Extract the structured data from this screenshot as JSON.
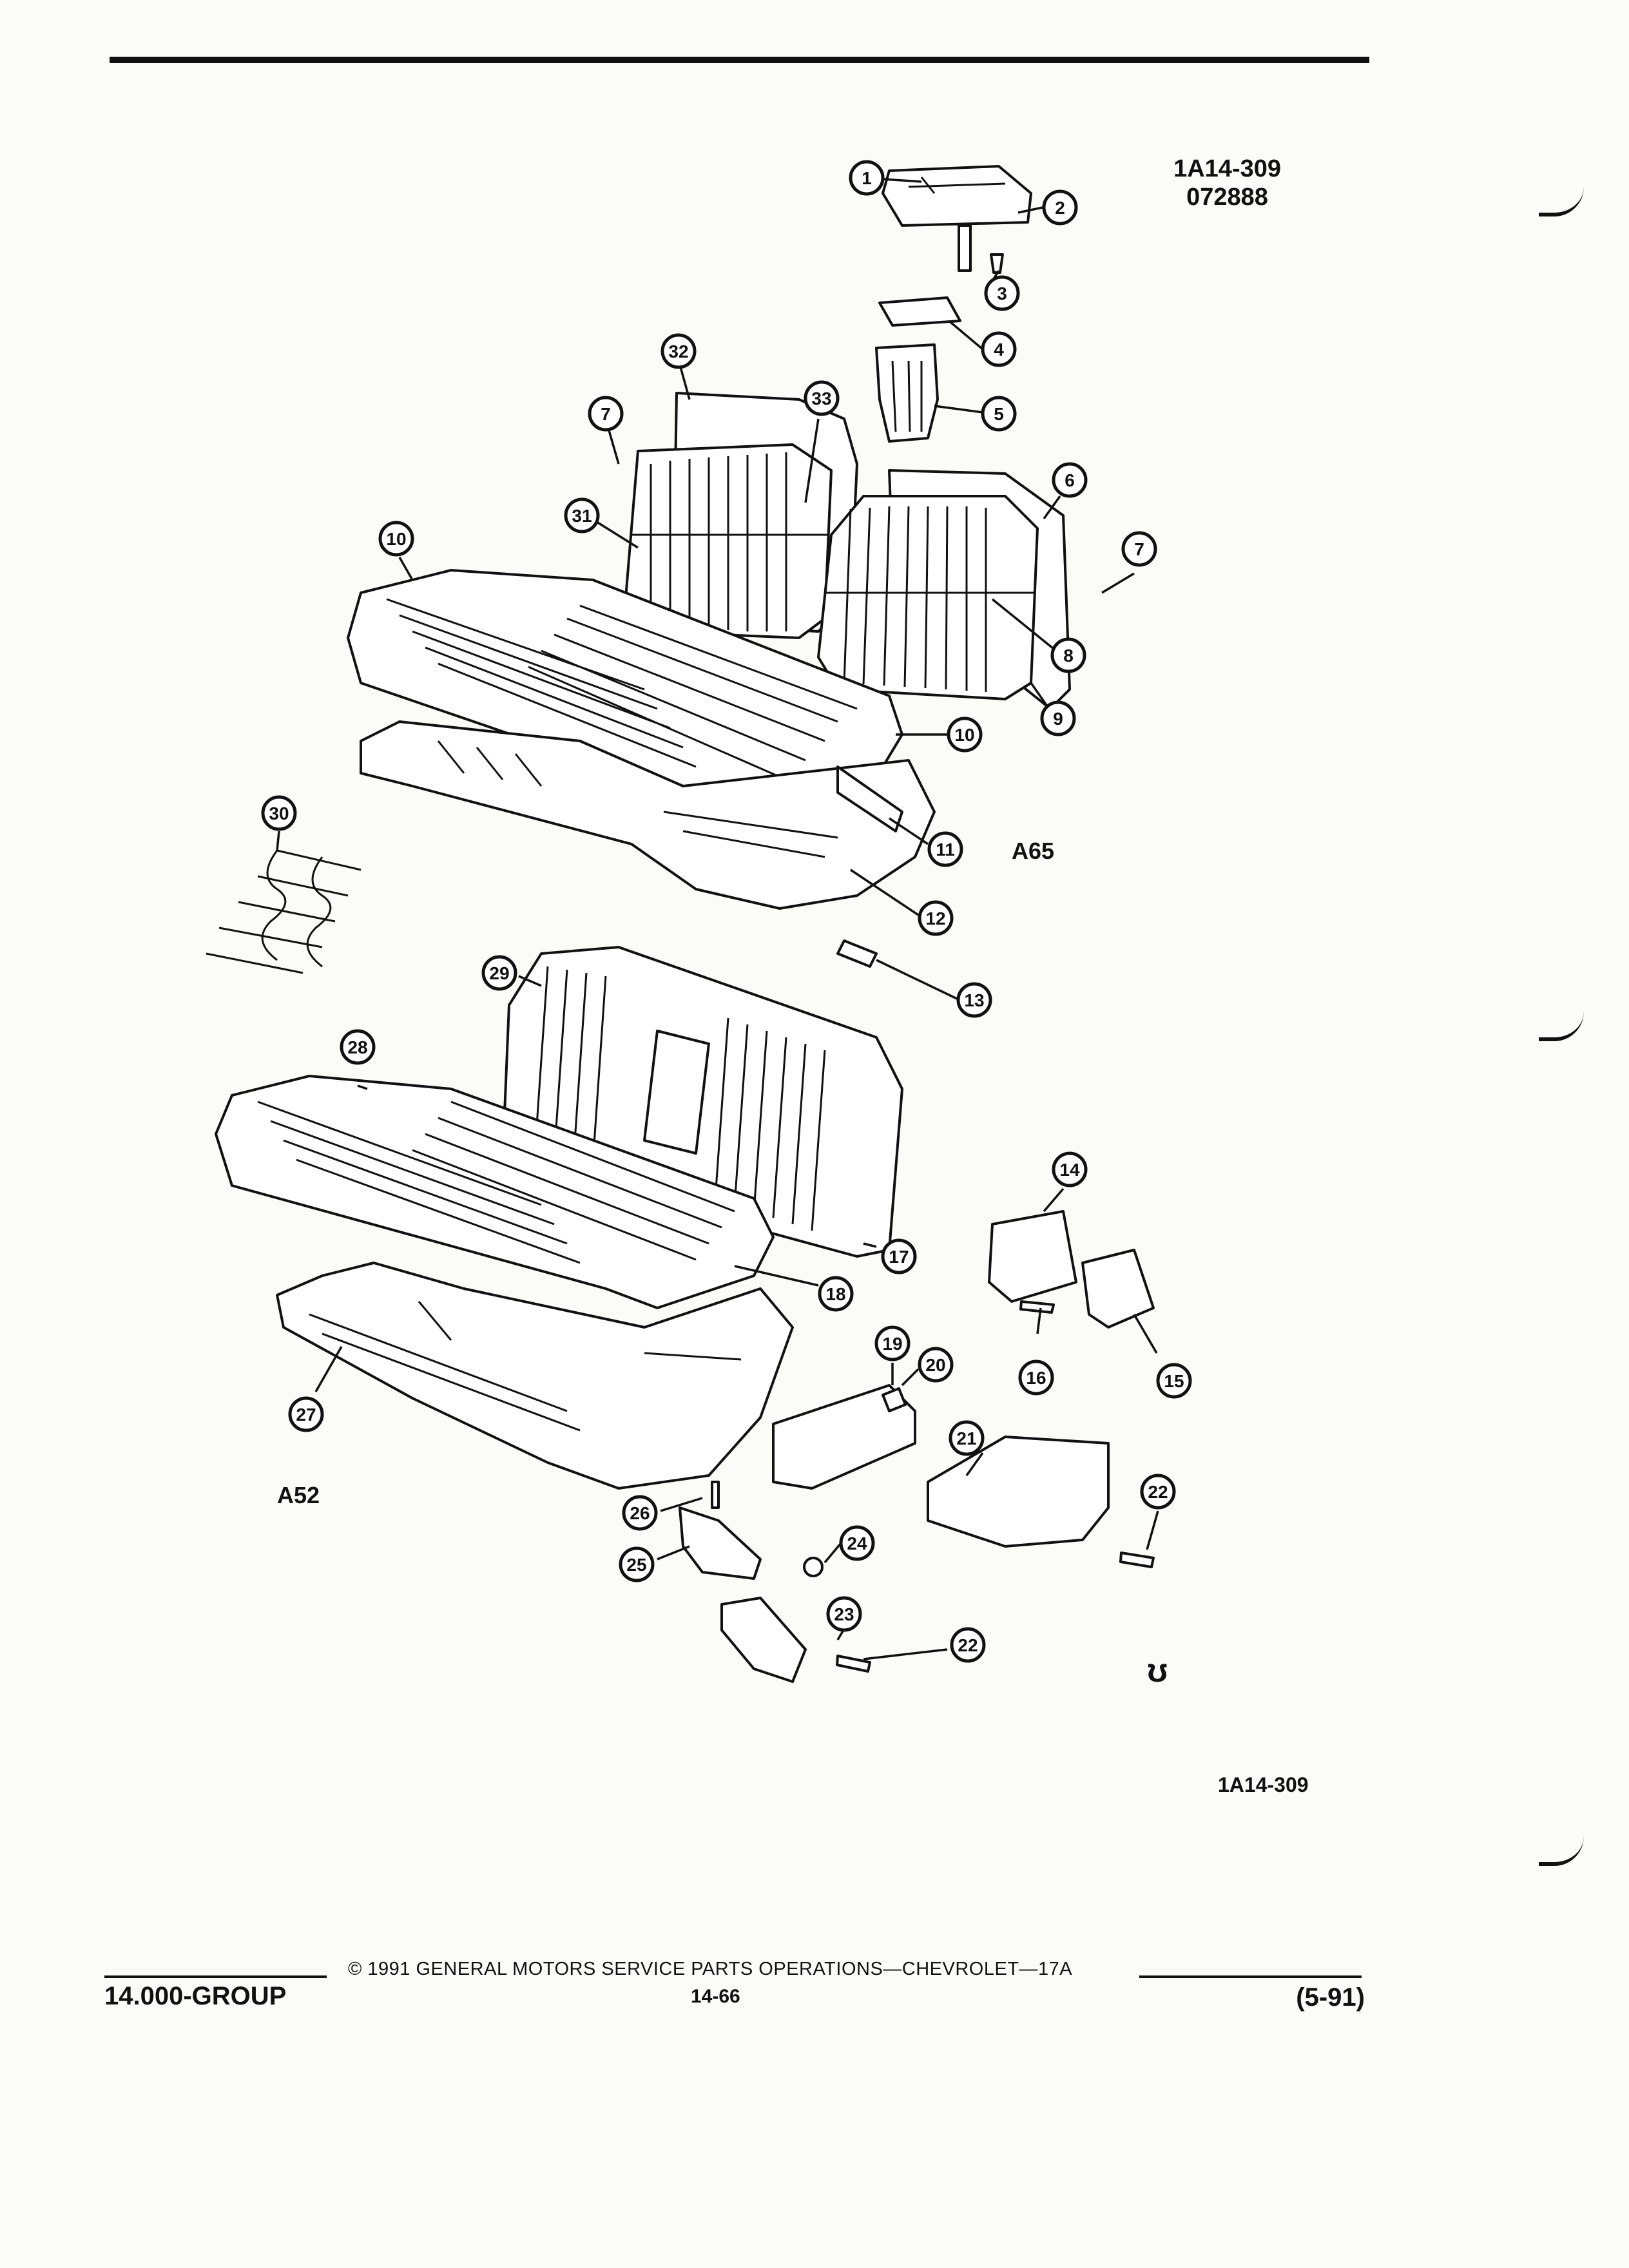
{
  "figure": {
    "code_top": "1A14-309",
    "date_code": "072888",
    "code_bottom": "1A14-309",
    "variant_upper": "A65",
    "variant_lower": "A52"
  },
  "callouts": [
    "1",
    "2",
    "3",
    "4",
    "5",
    "6",
    "7",
    "7",
    "8",
    "9",
    "10",
    "10",
    "11",
    "12",
    "13",
    "14",
    "15",
    "16",
    "17",
    "18",
    "19",
    "20",
    "21",
    "22",
    "22",
    "23",
    "24",
    "25",
    "26",
    "27",
    "28",
    "29",
    "30",
    "31",
    "32",
    "33"
  ],
  "footer": {
    "copyright": "© 1991 GENERAL MOTORS SERVICE PARTS OPERATIONS—CHEVROLET—17A",
    "group": "14.000-GROUP",
    "page": "14-66",
    "revision": "(5-91)"
  },
  "colors": {
    "ink": "#111111",
    "paper": "#fbfbf8"
  }
}
